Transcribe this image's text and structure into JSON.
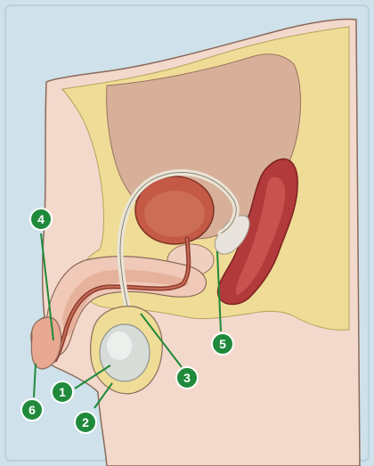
{
  "diagram": {
    "colors": {
      "background": "#cfe1ea",
      "frame": "#b9d2de",
      "skin": "#f3d9cc",
      "fat": "#efdc96",
      "flesh": "#d8b09a",
      "organ": "#c45a45",
      "bowel": "#b23a3a",
      "gland": "#e8e3dc",
      "callout": "#1f8a3b"
    },
    "callouts": [
      {
        "number": "1"
      },
      {
        "number": "2"
      },
      {
        "number": "3"
      },
      {
        "number": "4"
      },
      {
        "number": "5"
      },
      {
        "number": "6"
      }
    ]
  }
}
